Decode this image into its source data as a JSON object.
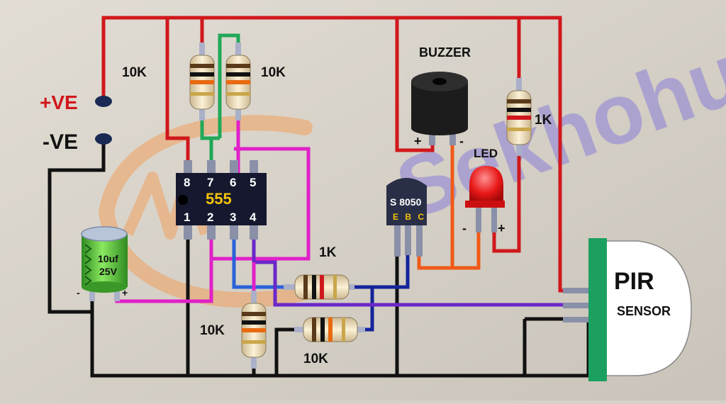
{
  "title": "",
  "colors": {
    "background": "#d6d1c8",
    "positive_wire": "#d0181c",
    "ground_wire": "#111111",
    "pink_wire": "#e020c8",
    "green_wire": "#20a858",
    "blue_wire": "#2a62d8",
    "dark_blue_wire": "#14249a",
    "purple_wire": "#6a28c8",
    "orange_wire": "#f05a18",
    "ic_body": "#15182e",
    "ic_label": "#f4c20a",
    "led": "#e81818",
    "buzzer": "#1c1c1c",
    "sensor_mount": "#1ca060",
    "capacitor": "#58c840",
    "watermark_orange": "#f0a060",
    "watermark_blue": "#8a7fd8"
  },
  "power": {
    "positive_label": "+VE",
    "negative_label": "-VE"
  },
  "ic": {
    "label": "555",
    "top_pins": [
      "8",
      "7",
      "6",
      "5"
    ],
    "bottom_pins": [
      "1",
      "2",
      "3",
      "4"
    ]
  },
  "resistors": {
    "r_top_left": "10K",
    "r_top_right": "10K",
    "r_led": "1K",
    "r_base": "1K",
    "r_bottom_vertical": "10K",
    "r_bottom_horizontal": "10K"
  },
  "capacitor": {
    "value_line1": "10uf",
    "value_line2": "25V",
    "neg_mark": "-",
    "pos_mark": "+"
  },
  "transistor": {
    "label": "S 8050",
    "pins": "E B C"
  },
  "buzzer": {
    "label": "BUZZER",
    "pos_mark": "+",
    "neg_mark": "-"
  },
  "led": {
    "label": "LED",
    "neg_mark": "-",
    "pos_mark": "+"
  },
  "sensor": {
    "line1": "PIR",
    "line2": "SENSOR"
  },
  "watermark": {
    "text": "Sekhohub"
  }
}
